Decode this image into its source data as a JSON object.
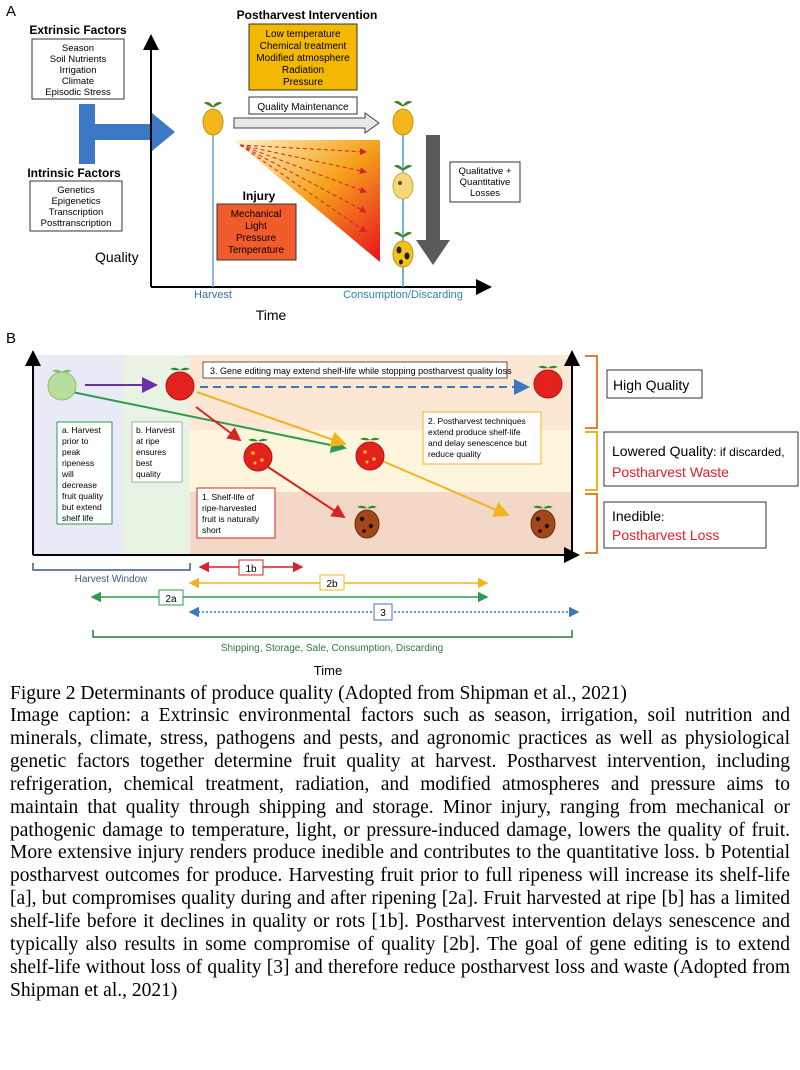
{
  "panel_a": {
    "letter": "A",
    "extrinsic_title": "Extrinsic Factors",
    "extrinsic_items": [
      "Season",
      "Soil Nutrients",
      "Irrigation",
      "Climate",
      "Episodic Stress"
    ],
    "intrinsic_title": "Intrinsic Factors",
    "intrinsic_items": [
      "Genetics",
      "Epigenetics",
      "Transcription",
      "Posttranscription"
    ],
    "intervention_title": "Postharvest Intervention",
    "intervention_items": [
      "Low temperature",
      "Chemical treatment",
      "Modified atmosphere",
      "Radiation",
      "Pressure"
    ],
    "quality_maintenance": "Quality Maintenance",
    "injury_title": "Injury",
    "injury_items": [
      "Mechanical",
      "Light",
      "Pressure",
      "Temperature"
    ],
    "losses_lines": [
      "Qualitative +",
      "Quantitative",
      "Losses"
    ],
    "y_label": "Quality",
    "x_label": "Time",
    "harvest": "Harvest",
    "consumption": "Consumption/Discarding"
  },
  "panel_b": {
    "letter": "B",
    "gene_editing": "3. Gene editing may extend shelf-life while stopping postharvest quality loss",
    "note_a_lines": [
      "a. Harvest",
      "prior to",
      "peak",
      "ripeness",
      "will",
      "decrease",
      "fruit quality",
      "but extend",
      "shelf life"
    ],
    "note_b_lines": [
      "b. Harvest",
      "at ripe",
      "ensures",
      "best",
      "quality"
    ],
    "note_2_lines": [
      "2. Postharvest techniques",
      "extend produce shelf-life",
      "and delay senescence but",
      "reduce quality"
    ],
    "note_1_lines": [
      "1. Shelf-life of",
      "ripe-harvested",
      "fruit is naturally",
      "short"
    ],
    "high_quality": "High Quality",
    "lowered_quality": "Lowered Quality",
    "if_discarded": ": if discarded,",
    "postharvest_waste": "Postharvest Waste",
    "inedible": "Inedible",
    "inedible_colon": ":",
    "postharvest_loss": "Postharvest Loss",
    "harvest_window": "Harvest Window",
    "label_1b": "1b",
    "label_2b": "2b",
    "label_2a": "2a",
    "label_3": "3",
    "shipping": "Shipping, Storage, Sale, Consumption, Discarding",
    "x_label": "Time"
  },
  "caption": {
    "title": "Figure 2 Determinants of produce quality (Adopted from Shipman et al., 2021)",
    "body": "Image caption: a Extrinsic environmental factors such as season, irrigation, soil nutrition and minerals, climate, stress, pathogens and pests, and agronomic practices as well as physiological genetic factors together determine fruit quality at harvest. Postharvest intervention, including refrigeration, chemical treatment, radiation, and modified atmospheres and pressure aims to maintain that quality through shipping and storage. Minor injury, ranging from mechanical or pathogenic damage to temperature, light, or pressure-induced damage, lowers the quality of fruit. More extensive injury renders produce inedible and contributes to the quantitative loss. b Potential postharvest outcomes for produce. Harvesting fruit prior to full ripeness will increase its shelf-life [a], but compromises quality during and after ripening [2a]. Fruit harvested at ripe [b] has a limited shelf-life before it declines in quality or rots [1b]. Postharvest intervention delays senescence and typically also results in some compromise of quality [2b]. The goal of gene editing is to extend shelf-life without loss of quality [3] and therefore reduce postharvest loss and waste (Adopted from Shipman et al., 2021)"
  },
  "colors": {
    "blue_arrow": "#3d78c5",
    "intervention_fill": "#f5b800",
    "injury_fill": "#f25c2a",
    "gray_arrow": "#5a5a5a",
    "harvest_line": "#6fa0d0",
    "consumption_line": "#3aa6c9",
    "purple": "#6b2fa8",
    "green": "#2f9a4c",
    "yellow": "#f2b41e",
    "red": "#d42424",
    "dash_blue": "#3b78c0",
    "orange_bracket": "#ec7d2b",
    "red_text": "#e0202a"
  }
}
